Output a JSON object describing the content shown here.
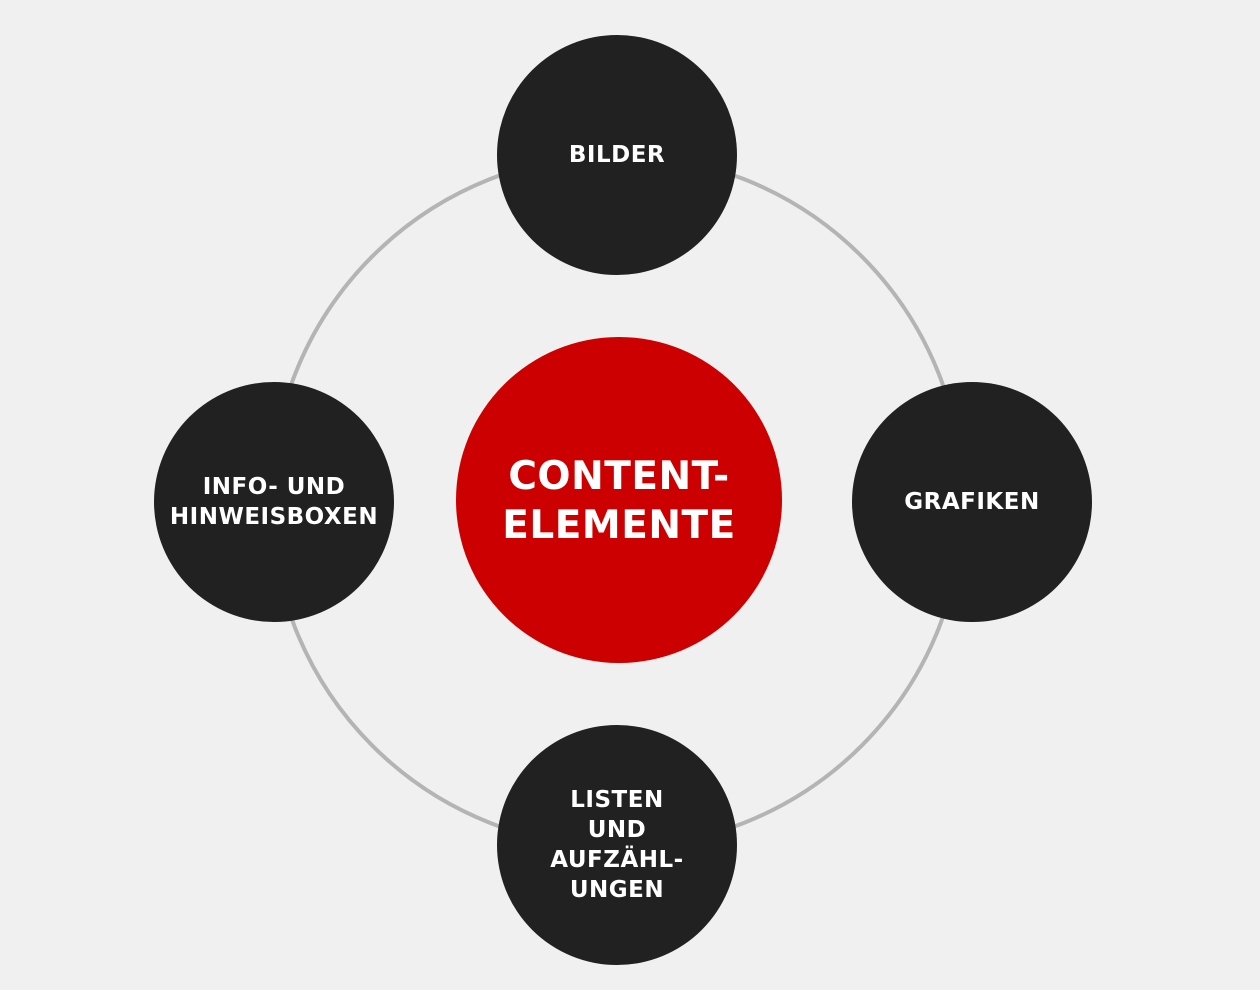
{
  "colors": {
    "background": "#f0f0f0",
    "ring": "#b4b4b4",
    "center_fill": "#cc0000",
    "node_fill": "#212121",
    "text": "#ffffff"
  },
  "center": {
    "lines": [
      "CONTENT-",
      "ELEMENTE"
    ]
  },
  "nodes": {
    "top": {
      "lines": [
        "BILDER"
      ]
    },
    "right": {
      "lines": [
        "GRAFIKEN"
      ]
    },
    "bottom": {
      "lines": [
        "LISTEN",
        "UND",
        "AUFZÄHL-",
        "UNGEN"
      ]
    },
    "left": {
      "lines": [
        "INFO- UND",
        "HINWEISBOXEN"
      ]
    }
  }
}
